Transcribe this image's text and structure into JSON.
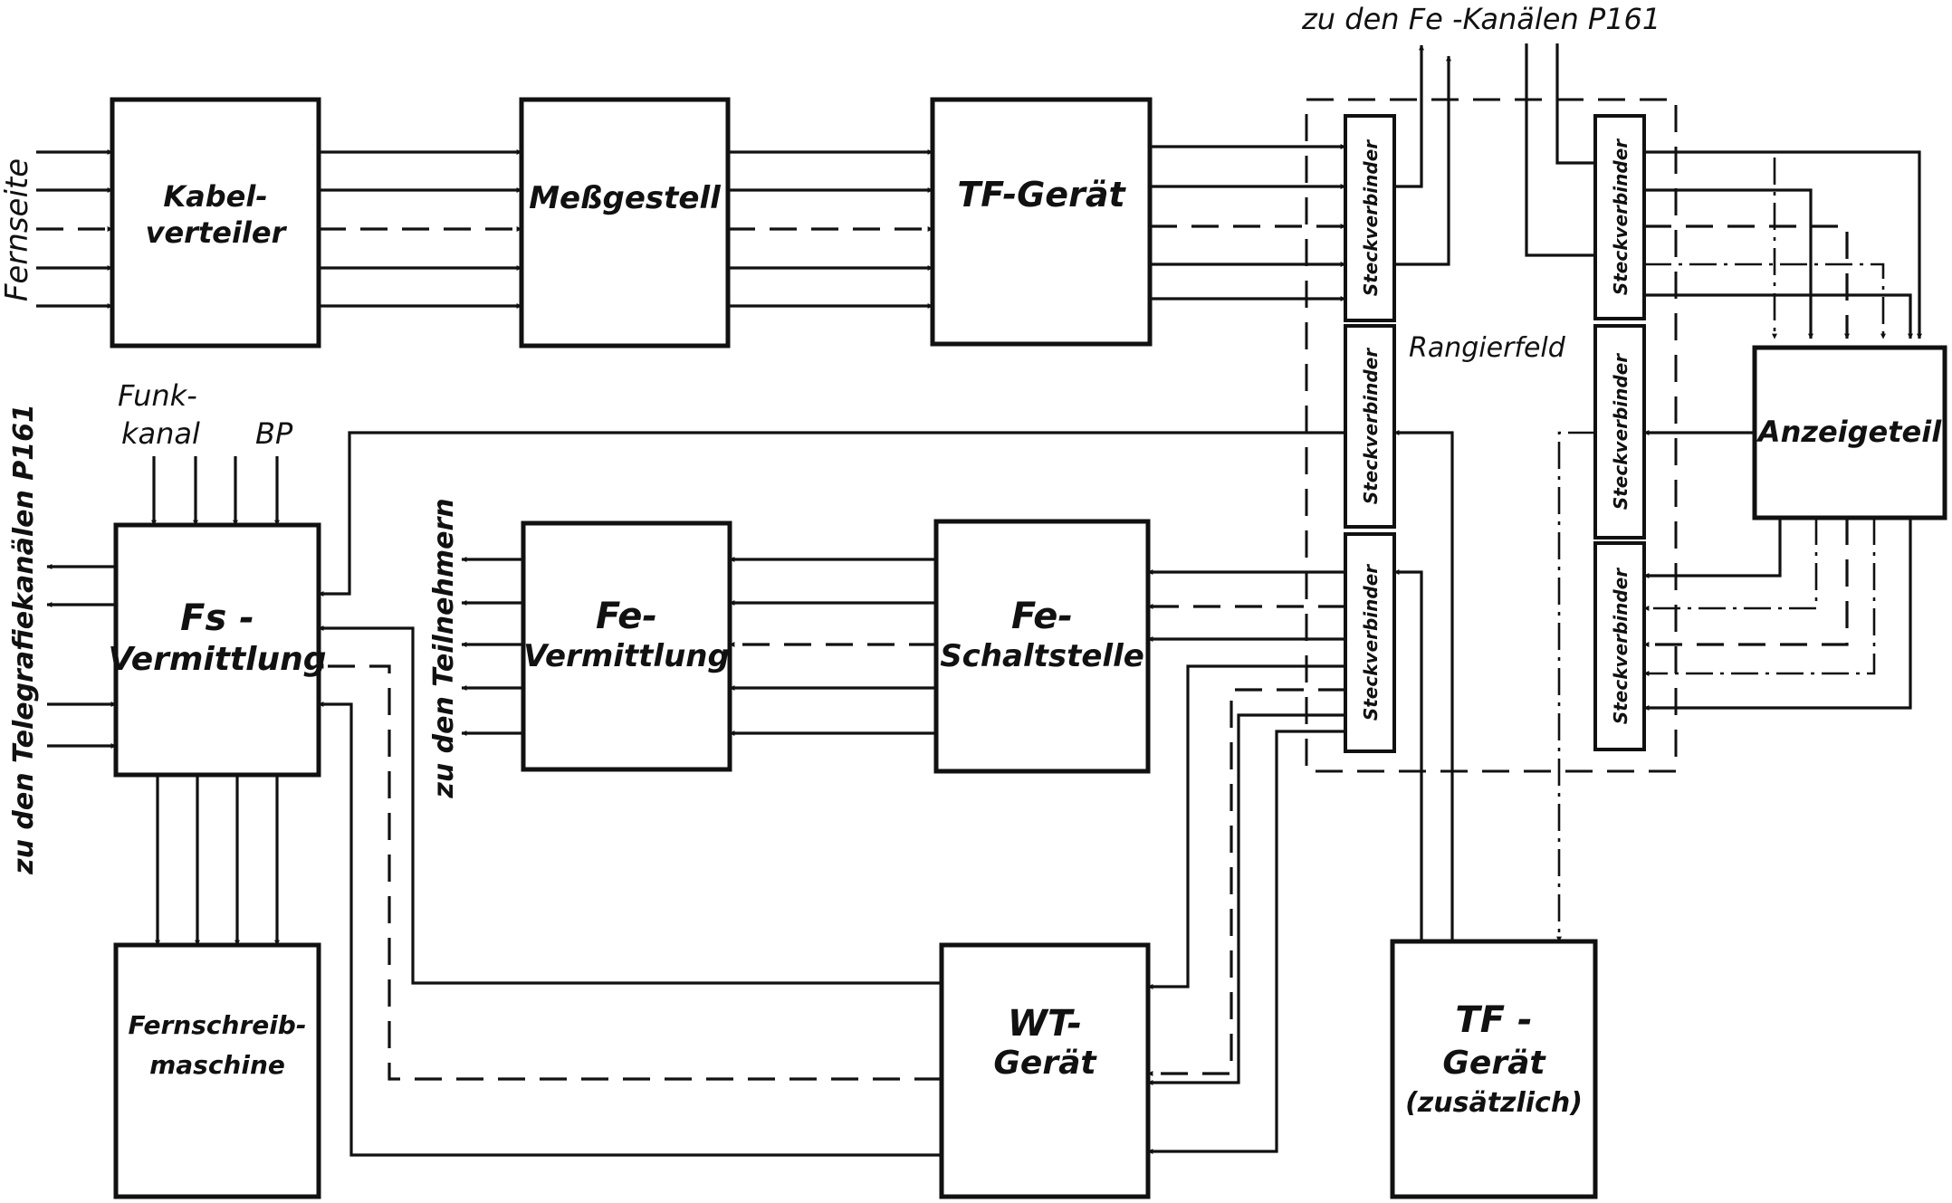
{
  "boxes": {
    "kabelverteiler": [
      "Kabel-",
      "verteiler"
    ],
    "messgestell": [
      "Meßgestell"
    ],
    "tf_geraet": [
      "TF-Gerät"
    ],
    "anzeigeteil": [
      "Anzeigeteil"
    ],
    "fs_vermittlung": [
      "Fs -",
      "Vermittlung"
    ],
    "fe_vermittlung": [
      "Fe-",
      "Vermittlung"
    ],
    "fe_schaltstelle": [
      "Fe-",
      "Schaltstelle"
    ],
    "fernschreibmaschine": [
      "Fernschreib-",
      "maschine"
    ],
    "wt_geraet": [
      "WT-",
      "Gerät"
    ],
    "tf_geraet_zusaetzlich": [
      "TF -",
      "Gerät",
      "(zusätzlich)"
    ]
  },
  "steckverbinder_label": "Steckverbinder",
  "labels": {
    "fernseite": "Fernseite",
    "fe_kanaele": "zu den Fe -Kanälen P161",
    "rangierfeld": "Rangierfeld",
    "funk": "Funk-",
    "kanal": "kanal",
    "bp": "BP",
    "telegrafie": "zu den Telegrafiekanälen P161",
    "teilnehmer": "zu den Teilnehmern"
  }
}
